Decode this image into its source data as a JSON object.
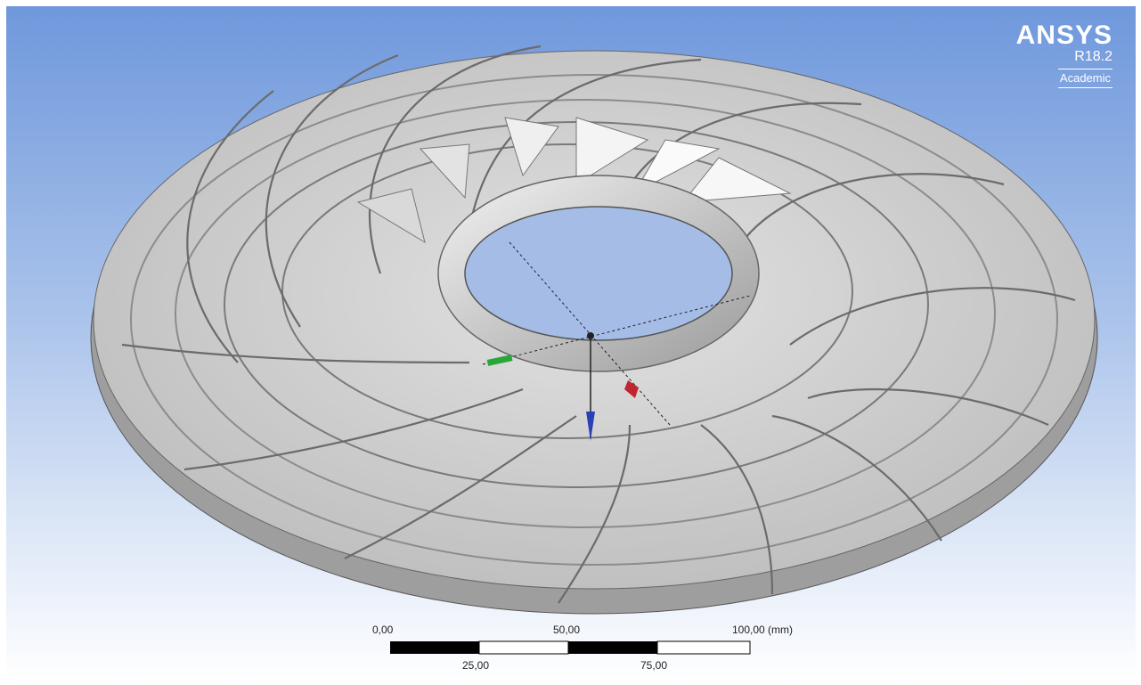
{
  "logo": {
    "brand": "ANSYS",
    "version": "R18.2",
    "license": "Academic"
  },
  "scale_bar": {
    "top_labels": [
      "0,00",
      "50,00",
      "100,00 (mm)"
    ],
    "bottom_labels": [
      "25,00",
      "75,00"
    ]
  },
  "triad": {
    "x_color": "#c0262e",
    "y_color": "#28a639",
    "z_color": "#2c3fb5"
  },
  "colors": {
    "background_top": "#6f98dc",
    "background_bottom": "#ffffff",
    "model": "#c9c9c9"
  }
}
